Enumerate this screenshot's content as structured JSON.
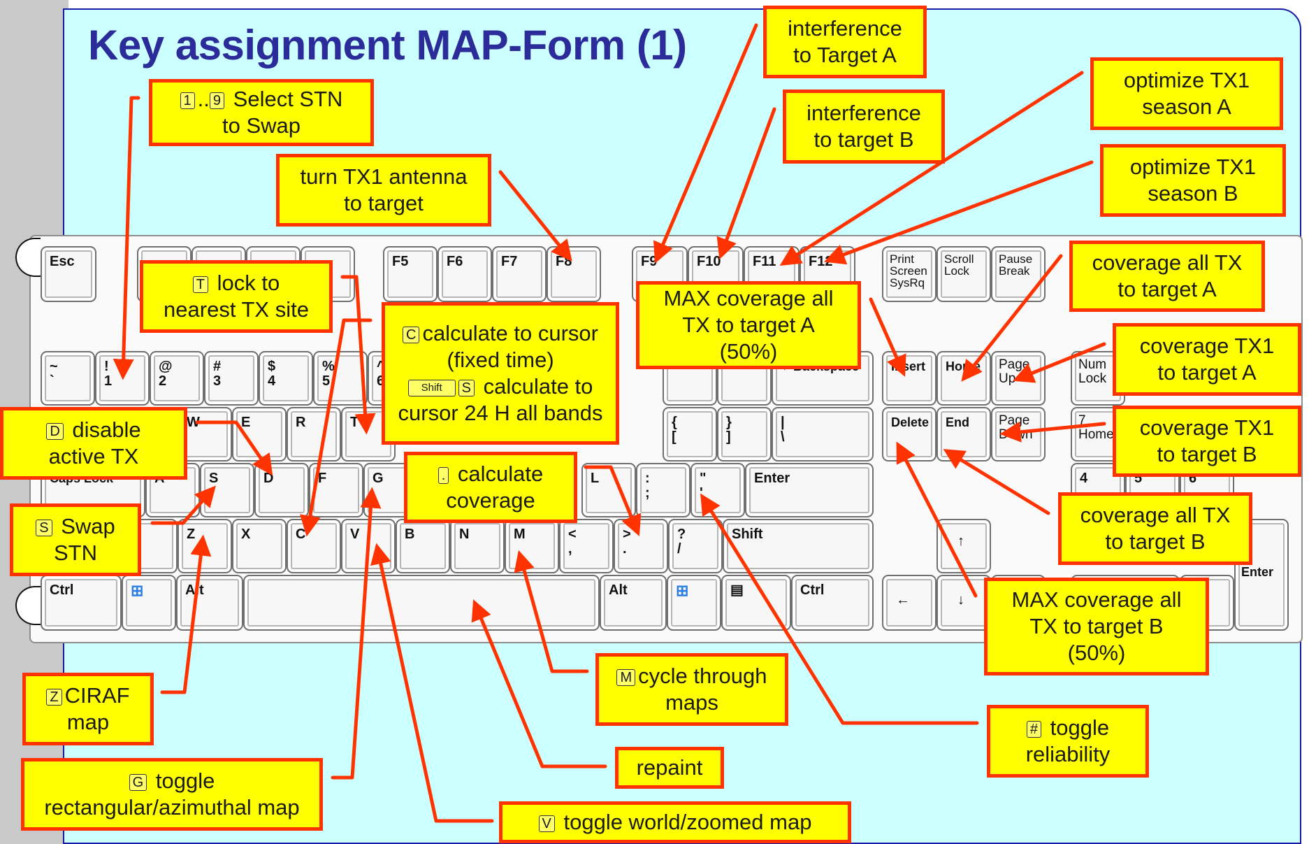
{
  "title": "Key assignment MAP-Form (1)",
  "keys": {
    "esc": "Esc",
    "f5": "F5",
    "f6": "F6",
    "f7": "F7",
    "f8": "F8",
    "f9": "F9",
    "f10": "F10",
    "f11": "F11",
    "f12": "F12",
    "print": "Print\nScreen\nSysRq",
    "scroll": "Scroll\nLock",
    "pause": "Pause\nBreak",
    "tilde": "~\n`",
    "k1": "!\n1",
    "k2": "@\n2",
    "k3": "#\n3",
    "k4": "$\n4",
    "k5": "%\n5",
    "k6": "^\n6",
    "minus": "-",
    "equals": "=",
    "backspace": "←Backspace",
    "insert": "Insert",
    "home": "Home",
    "pageup": "Page\nUp",
    "numlock": "Num\nLock",
    "w": "W",
    "e": "E",
    "r": "R",
    "t": "T",
    "lbrace": "{\n[",
    "rbrace": "}\n]",
    "pipe": "|\n\\",
    "delete": "Delete",
    "end": "End",
    "pagedown": "Page\nDown",
    "home7": "7\nHome",
    "capslock": "Caps Lock",
    "a": "A",
    "s": "S",
    "d": "D",
    "f": "F",
    "g": "G",
    "l": "L",
    "semicolon": ":\n;",
    "quote": "\"\n'",
    "enter": "Enter",
    "n4": "4",
    "n5": "5",
    "n6": "6",
    "z": "Z",
    "x": "X",
    "c": "C",
    "v": "V",
    "b": "B",
    "n": "N",
    "m": "M",
    "comma": "<\n,",
    "period": ">\n.",
    "slash": "?\n/",
    "shift": "Shift",
    "up": "↑",
    "numenter": "Enter",
    "ctrl": "Ctrl",
    "alt": "Alt",
    "altr": "Alt",
    "ctrlr": "Ctrl",
    "left": "←",
    "down": "↓"
  },
  "callouts": {
    "select_stn": {
      "key1": "1",
      "sep": "..",
      "key2": "9",
      "line1": "Select STN",
      "line2": "to Swap"
    },
    "turn_tx1": {
      "line1": "turn TX1 antenna",
      "line2": "to target"
    },
    "lock": {
      "key": "T",
      "line1": "lock to",
      "line2": "nearest TX site"
    },
    "calc_cursor": {
      "key": "C",
      "line1": "calculate to cursor",
      "line2": "(fixed time)",
      "shift_key": "Shift",
      "key2": "S",
      "line3": "calculate to",
      "line4": "cursor 24 H all bands"
    },
    "disable": {
      "key": "D",
      "line1": "disable",
      "line2": "active TX"
    },
    "calc_coverage": {
      "key": ".",
      "line1": "calculate",
      "line2": "coverage"
    },
    "swap": {
      "key": "S",
      "line1": "Swap",
      "line2": "STN"
    },
    "interference_a": {
      "line1": "interference",
      "line2": "to Target A"
    },
    "interference_b": {
      "line1": "interference",
      "line2": "to target B"
    },
    "max_cov_a": {
      "line1": "MAX coverage all",
      "line2": "TX to target A",
      "line3": "(50%)"
    },
    "optimize_a": {
      "line1": "optimize TX1",
      "line2": "season A"
    },
    "optimize_b": {
      "line1": "optimize TX1",
      "line2": "season B"
    },
    "cov_all_a": {
      "line1": "coverage all TX",
      "line2": "to target A"
    },
    "cov_tx1_a": {
      "line1": "coverage TX1",
      "line2": "to target A"
    },
    "cov_tx1_b": {
      "line1": "coverage TX1",
      "line2": "to target B"
    },
    "cov_all_b": {
      "line1": "coverage all TX",
      "line2": "to target B"
    },
    "max_cov_b": {
      "line1": "MAX coverage all",
      "line2": "TX to target B",
      "line3": "(50%)"
    },
    "ciraf": {
      "key": "Z",
      "line1": "CIRAF",
      "line2": "map"
    },
    "toggle_rect": {
      "key": "G",
      "line1": "toggle",
      "line2": "rectangular/azimuthal map"
    },
    "cycle": {
      "key": "M",
      "line1": "cycle through",
      "line2": "maps"
    },
    "repaint": {
      "line1": "repaint"
    },
    "toggle_world": {
      "key": "V",
      "line1": "toggle world/zoomed map"
    },
    "toggle_rel": {
      "key": "#",
      "line1": "toggle",
      "line2": "reliability"
    }
  },
  "colors": {
    "background": "#ccffff",
    "title": "#2b2b9a",
    "callout_fill": "#ffff00",
    "callout_border": "#ff3300",
    "arrow": "#ff3300"
  }
}
